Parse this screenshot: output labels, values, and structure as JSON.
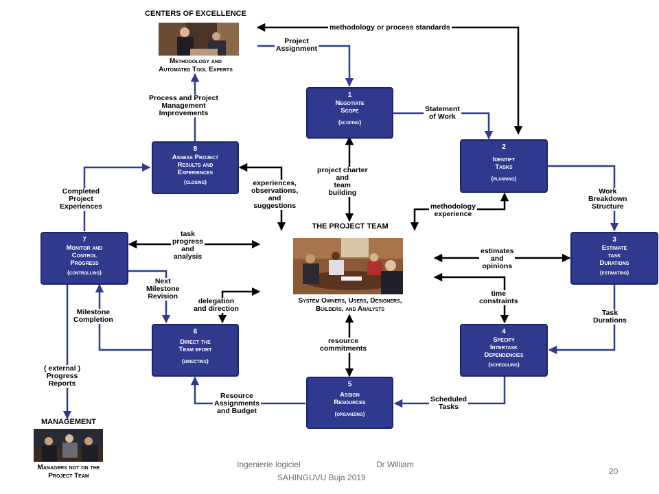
{
  "headings": {
    "coe": "CENTERS OF EXCELLENCE",
    "coe_caption": "Methodology and\nAutomated Tool Experts",
    "team": "THE PROJECT TEAM",
    "team_caption": "System Owners, Users, Designers,\nBuilders, and Analysts",
    "management": "MANAGEMENT",
    "management_caption": "Managers not on the\nProject Team"
  },
  "boxes": [
    {
      "num": "1",
      "title": "Negotiate\nScope",
      "phase": "(scoping)"
    },
    {
      "num": "2",
      "title": "Identify\nTasks",
      "phase": "(planning)"
    },
    {
      "num": "3",
      "title": "Estimate\ntask\nDurations",
      "phase": "(estimating)"
    },
    {
      "num": "4",
      "title": "Specify\nIntertask\nDependencies",
      "phase": "(scheduling)"
    },
    {
      "num": "5",
      "title": "Assign\nResources",
      "phase": "(organizing)"
    },
    {
      "num": "6",
      "title": "Direct the\nTeam efort",
      "phase": "(directing)"
    },
    {
      "num": "7",
      "title": "Monitor and\nControl\nProgress",
      "phase": "(controlling)"
    },
    {
      "num": "8",
      "title": "Assess Project\nResults and\nExperiences",
      "phase": "(closing)"
    }
  ],
  "labels": {
    "methodology_standards": "methodology or process standards",
    "project_assignment": "Project\nAssignment",
    "statement_of_work": "Statement\nof Work",
    "process_improvements": "Process and Project\nManagement\nImprovements",
    "charter": "project charter\nand\nteam\nbuilding",
    "experiences": "experiences,\nobservations,\nand\nsuggestions",
    "methodology_experience": "methodology\nexperience",
    "work_breakdown": "Work\nBreakdown\nStructure",
    "completed_experiences": "Completed\nProject\nExperiences",
    "task_progress": "task\nprogress\nand\nanalysis",
    "estimates": "estimates\nand\nopinions",
    "time_constraints": "time\nconstraints",
    "next_milestone": "Next\nMilestone\nRevision",
    "delegation": "delegation\nand direction",
    "milestone_completion": "Milestone\nCompletion",
    "task_durations": "Task\nDurations",
    "resource_commitments": "resource\ncommitments",
    "external_reports": "( external )\nProgress\nReports",
    "resource_assignments": "Resource\nAssignments\nand Budget",
    "scheduled_tasks": "Scheduled\nTasks"
  },
  "footer": {
    "left": "Ingenierie logiciel",
    "right": "Dr William",
    "second_line": "SAHINGUVU  Buja 2019",
    "page": "20"
  },
  "colors": {
    "box_fill": "#2f3a8f",
    "flow_arrow": "#2f3a8f",
    "team_arrow": "#000000"
  }
}
